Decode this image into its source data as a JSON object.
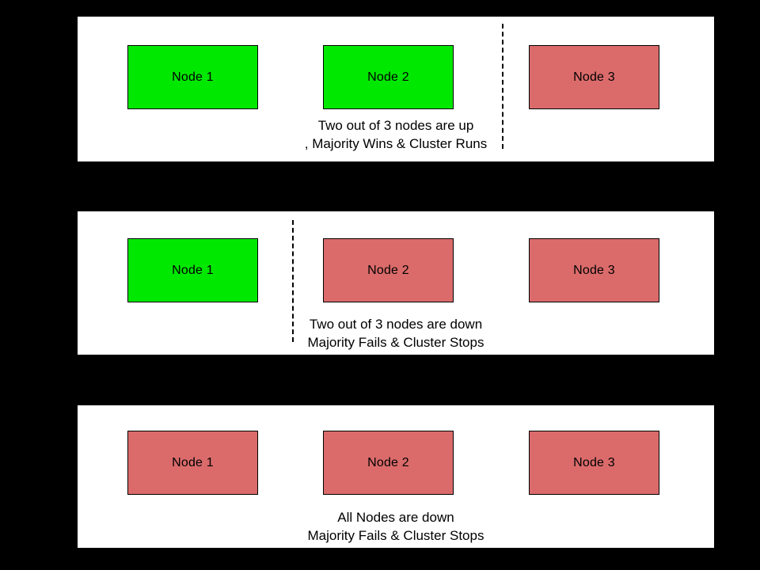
{
  "colors": {
    "background": "#000000",
    "panel_bg": "#ffffff",
    "panel_border": "#000000",
    "node_up": "#00e800",
    "node_down": "#db6b6b",
    "node_border": "#000000",
    "divider": "#000000",
    "text": "#000000"
  },
  "panels": [
    {
      "name": "majority-up",
      "nodes": [
        {
          "label": "Node 1",
          "status": "up"
        },
        {
          "label": "Node 2",
          "status": "up"
        },
        {
          "label": "Node 3",
          "status": "down"
        }
      ],
      "caption": {
        "line1": "Two out of 3 nodes are up",
        "line2": ", Majority Wins & Cluster Runs"
      }
    },
    {
      "name": "majority-down",
      "nodes": [
        {
          "label": "Node 1",
          "status": "up"
        },
        {
          "label": "Node 2",
          "status": "down"
        },
        {
          "label": "Node 3",
          "status": "down"
        }
      ],
      "caption": {
        "line1": "Two out of 3 nodes are down",
        "line2": "Majority Fails & Cluster Stops"
      }
    },
    {
      "name": "all-down",
      "nodes": [
        {
          "label": "Node 1",
          "status": "down"
        },
        {
          "label": "Node 2",
          "status": "down"
        },
        {
          "label": "Node 3",
          "status": "down"
        }
      ],
      "caption": {
        "line1": "All Nodes are down",
        "line2": "Majority Fails & Cluster Stops"
      }
    }
  ]
}
